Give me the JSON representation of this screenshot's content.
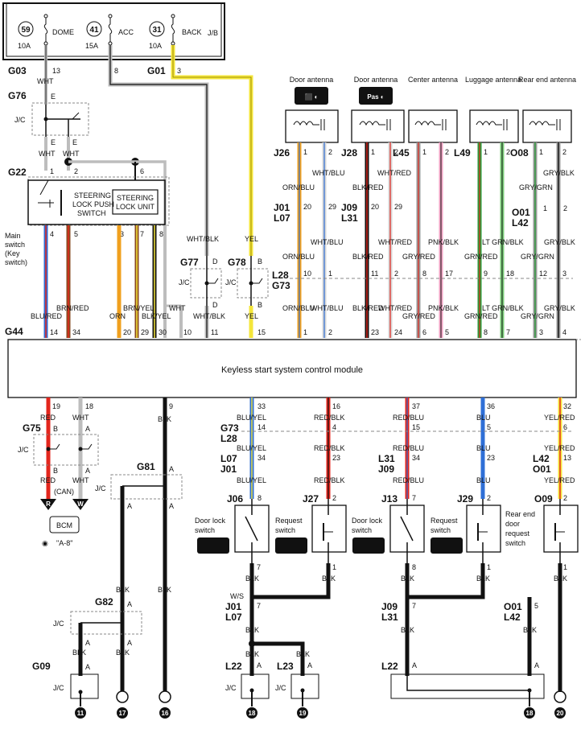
{
  "jb": {
    "label": "J/B",
    "fuses": [
      {
        "num": "59",
        "name": "DOME",
        "amp": "10A"
      },
      {
        "num": "41",
        "name": "ACC",
        "amp": "15A"
      },
      {
        "num": "31",
        "name": "BACK",
        "amp": "10A"
      }
    ]
  },
  "module": {
    "title": "Keyless start system control module"
  },
  "steering": {
    "lock_switch": "STEERING LOCK PUSH SWITCH",
    "lock_unit": "STEERING LOCK UNIT",
    "main_switch": "Main switch (Key switch)"
  },
  "antennas": [
    {
      "title": "Door antenna"
    },
    {
      "title": "Door antenna"
    },
    {
      "title": "Center antenna"
    },
    {
      "title": "Luggage antenna"
    },
    {
      "title": "Rear end antenna"
    }
  ],
  "bottom_switches": [
    {
      "title": "Door lock switch"
    },
    {
      "title": "Request switch"
    },
    {
      "title": "Door lock switch"
    },
    {
      "title": "Request switch"
    },
    {
      "title": "Rear end door request switch"
    }
  ],
  "bcm": {
    "label": "BCM",
    "ref": "\"A-8\"",
    "can": "(CAN)"
  },
  "text": {
    "jc": "J/C",
    "ws": "W/S"
  },
  "colors": {
    "WHT": "#bdbdbd",
    "YEL": "#f4e63a",
    "ORN": "#f0a01e",
    "BLU": "#2f6fd6",
    "RED": "#e3261d",
    "BRN": "#8a4a1f",
    "BLK": "#111111",
    "PNK": "#f2a3c4",
    "GRN": "#2a9a3a",
    "GRY": "#9a9a9a"
  },
  "ground_numbers": [
    "11",
    "17",
    "16",
    "18",
    "19",
    "18",
    "20"
  ]
}
